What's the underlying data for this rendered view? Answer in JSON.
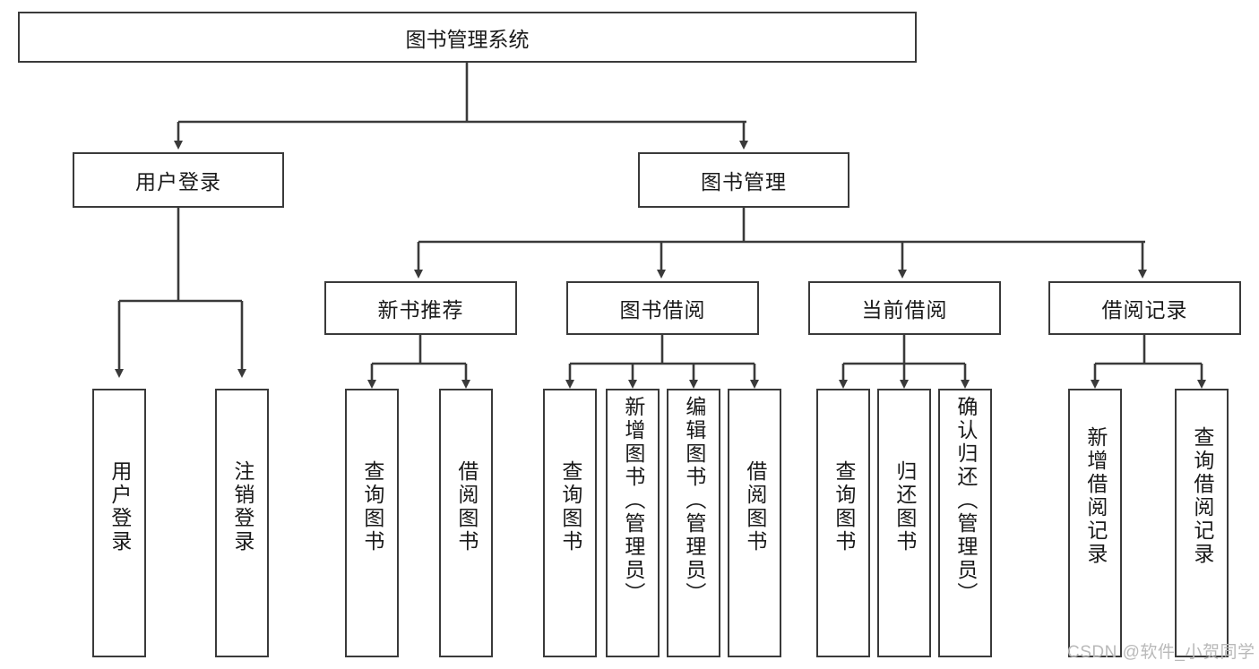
{
  "diagram": {
    "type": "tree-hierarchy-diagram",
    "title": "图书管理系统",
    "root": {
      "id": "root",
      "label": "图书管理系统"
    },
    "level2": [
      {
        "id": "user-login",
        "label": "用户登录"
      },
      {
        "id": "book-management",
        "label": "图书管理"
      }
    ],
    "level3": [
      {
        "id": "new-book-recommend",
        "label": "新书推荐",
        "parent": "book-management"
      },
      {
        "id": "book-borrow",
        "label": "图书借阅",
        "parent": "book-management"
      },
      {
        "id": "current-borrow",
        "label": "当前借阅",
        "parent": "book-management"
      },
      {
        "id": "borrow-record",
        "label": "借阅记录",
        "parent": "book-management"
      }
    ],
    "leaves": [
      {
        "id": "leaf-user-login",
        "label": "用户登录",
        "parent": "user-login"
      },
      {
        "id": "leaf-logout-login",
        "label": "注销登录",
        "parent": "user-login"
      },
      {
        "id": "leaf-query-book-1",
        "label": "查询图书",
        "parent": "new-book-recommend"
      },
      {
        "id": "leaf-borrow-book-1",
        "label": "借阅图书",
        "parent": "new-book-recommend"
      },
      {
        "id": "leaf-query-book-2",
        "label": "查询图书",
        "parent": "book-borrow"
      },
      {
        "id": "leaf-add-book-admin",
        "label": "新增图书（管理员）",
        "parent": "book-borrow"
      },
      {
        "id": "leaf-edit-book-admin",
        "label": "编辑图书（管理员）",
        "parent": "book-borrow"
      },
      {
        "id": "leaf-borrow-book-2",
        "label": "借阅图书",
        "parent": "book-borrow"
      },
      {
        "id": "leaf-query-book-3",
        "label": "查询图书",
        "parent": "current-borrow"
      },
      {
        "id": "leaf-return-book",
        "label": "归还图书",
        "parent": "current-borrow"
      },
      {
        "id": "leaf-confirm-return-admin",
        "label": "确认归还（管理员）",
        "parent": "current-borrow"
      },
      {
        "id": "leaf-add-borrow-record",
        "label": "新增借阅记录",
        "parent": "borrow-record"
      },
      {
        "id": "leaf-query-borrow-record",
        "label": "查询借阅记录",
        "parent": "borrow-record"
      }
    ],
    "colors": {
      "stroke": "#3a3a3a",
      "fill": "#ffffff",
      "text": "#1a1a1a",
      "watermark": "#b9b9b9"
    }
  },
  "watermark": {
    "text": "CSDN @软件_小贺同学"
  }
}
